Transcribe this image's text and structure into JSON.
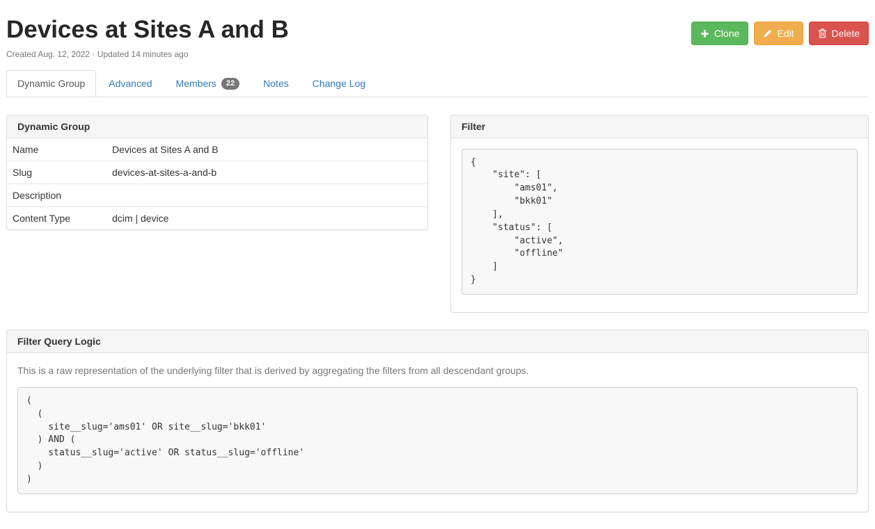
{
  "page": {
    "title": "Devices at Sites A and B",
    "meta": "Created Aug. 12, 2022 · Updated 14 minutes ago"
  },
  "actions": {
    "clone_label": "Clone",
    "edit_label": "Edit",
    "delete_label": "Delete"
  },
  "tabs": [
    {
      "label": "Dynamic Group",
      "active": true
    },
    {
      "label": "Advanced",
      "active": false
    },
    {
      "label": "Members",
      "badge": "22",
      "active": false
    },
    {
      "label": "Notes",
      "active": false
    },
    {
      "label": "Change Log",
      "active": false
    }
  ],
  "dynamic_group_panel": {
    "title": "Dynamic Group",
    "rows": [
      {
        "label": "Name",
        "value": "Devices at Sites A and B"
      },
      {
        "label": "Slug",
        "value": "devices-at-sites-a-and-b"
      },
      {
        "label": "Description",
        "value": ""
      },
      {
        "label": "Content Type",
        "value": "dcim | device"
      }
    ]
  },
  "filter_panel": {
    "title": "Filter",
    "code": "{\n    \"site\": [\n        \"ams01\",\n        \"bkk01\"\n    ],\n    \"status\": [\n        \"active\",\n        \"offline\"\n    ]\n}"
  },
  "filter_query_logic_panel": {
    "title": "Filter Query Logic",
    "description": "This is a raw representation of the underlying filter that is derived by aggregating the filters from all descendant groups.",
    "code": "(\n  (\n    site__slug='ams01' OR site__slug='bkk01'\n  ) AND (\n    status__slug='active' OR status__slug='offline'\n  )\n)"
  },
  "colors": {
    "clone_button": "#5cb85c",
    "edit_button": "#f0ad4e",
    "delete_button": "#d9534f",
    "link_blue": "#337ab7",
    "badge_gray": "#777777",
    "panel_heading_bg": "#f5f5f5",
    "code_bg": "#f8f8f8"
  }
}
